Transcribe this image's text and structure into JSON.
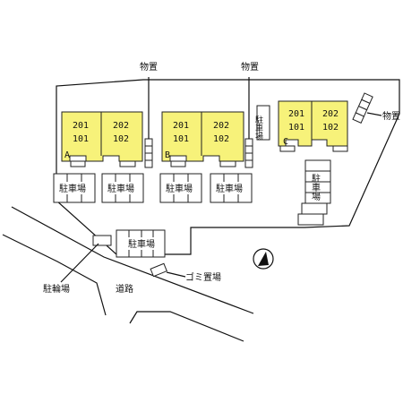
{
  "colors": {
    "building": "#f7f27a",
    "line": "#111111",
    "background": "#ffffff"
  },
  "labels": {
    "storage_top_a": "物置",
    "storage_top_b": "物置",
    "storage_right": "物置",
    "parking_side": "駐車場",
    "parking_right": "駐車場",
    "parking_row_1": "駐車場",
    "parking_row_2": "駐車場",
    "parking_row_3": "駐車場",
    "parking_row_4": "駐車場",
    "parking_front": "駐車場",
    "bike_parking": "駐輪場",
    "garbage": "ゴミ置場",
    "road": "道路"
  },
  "buildings": [
    {
      "id": "A",
      "units_upper": [
        "201",
        "202"
      ],
      "units_lower": [
        "101",
        "102"
      ]
    },
    {
      "id": "B",
      "units_upper": [
        "201",
        "202"
      ],
      "units_lower": [
        "101",
        "102"
      ]
    },
    {
      "id": "C",
      "units_upper": [
        "201",
        "202"
      ],
      "units_lower": [
        "101",
        "102"
      ]
    }
  ],
  "icons": {
    "north": "north-arrow-icon"
  }
}
